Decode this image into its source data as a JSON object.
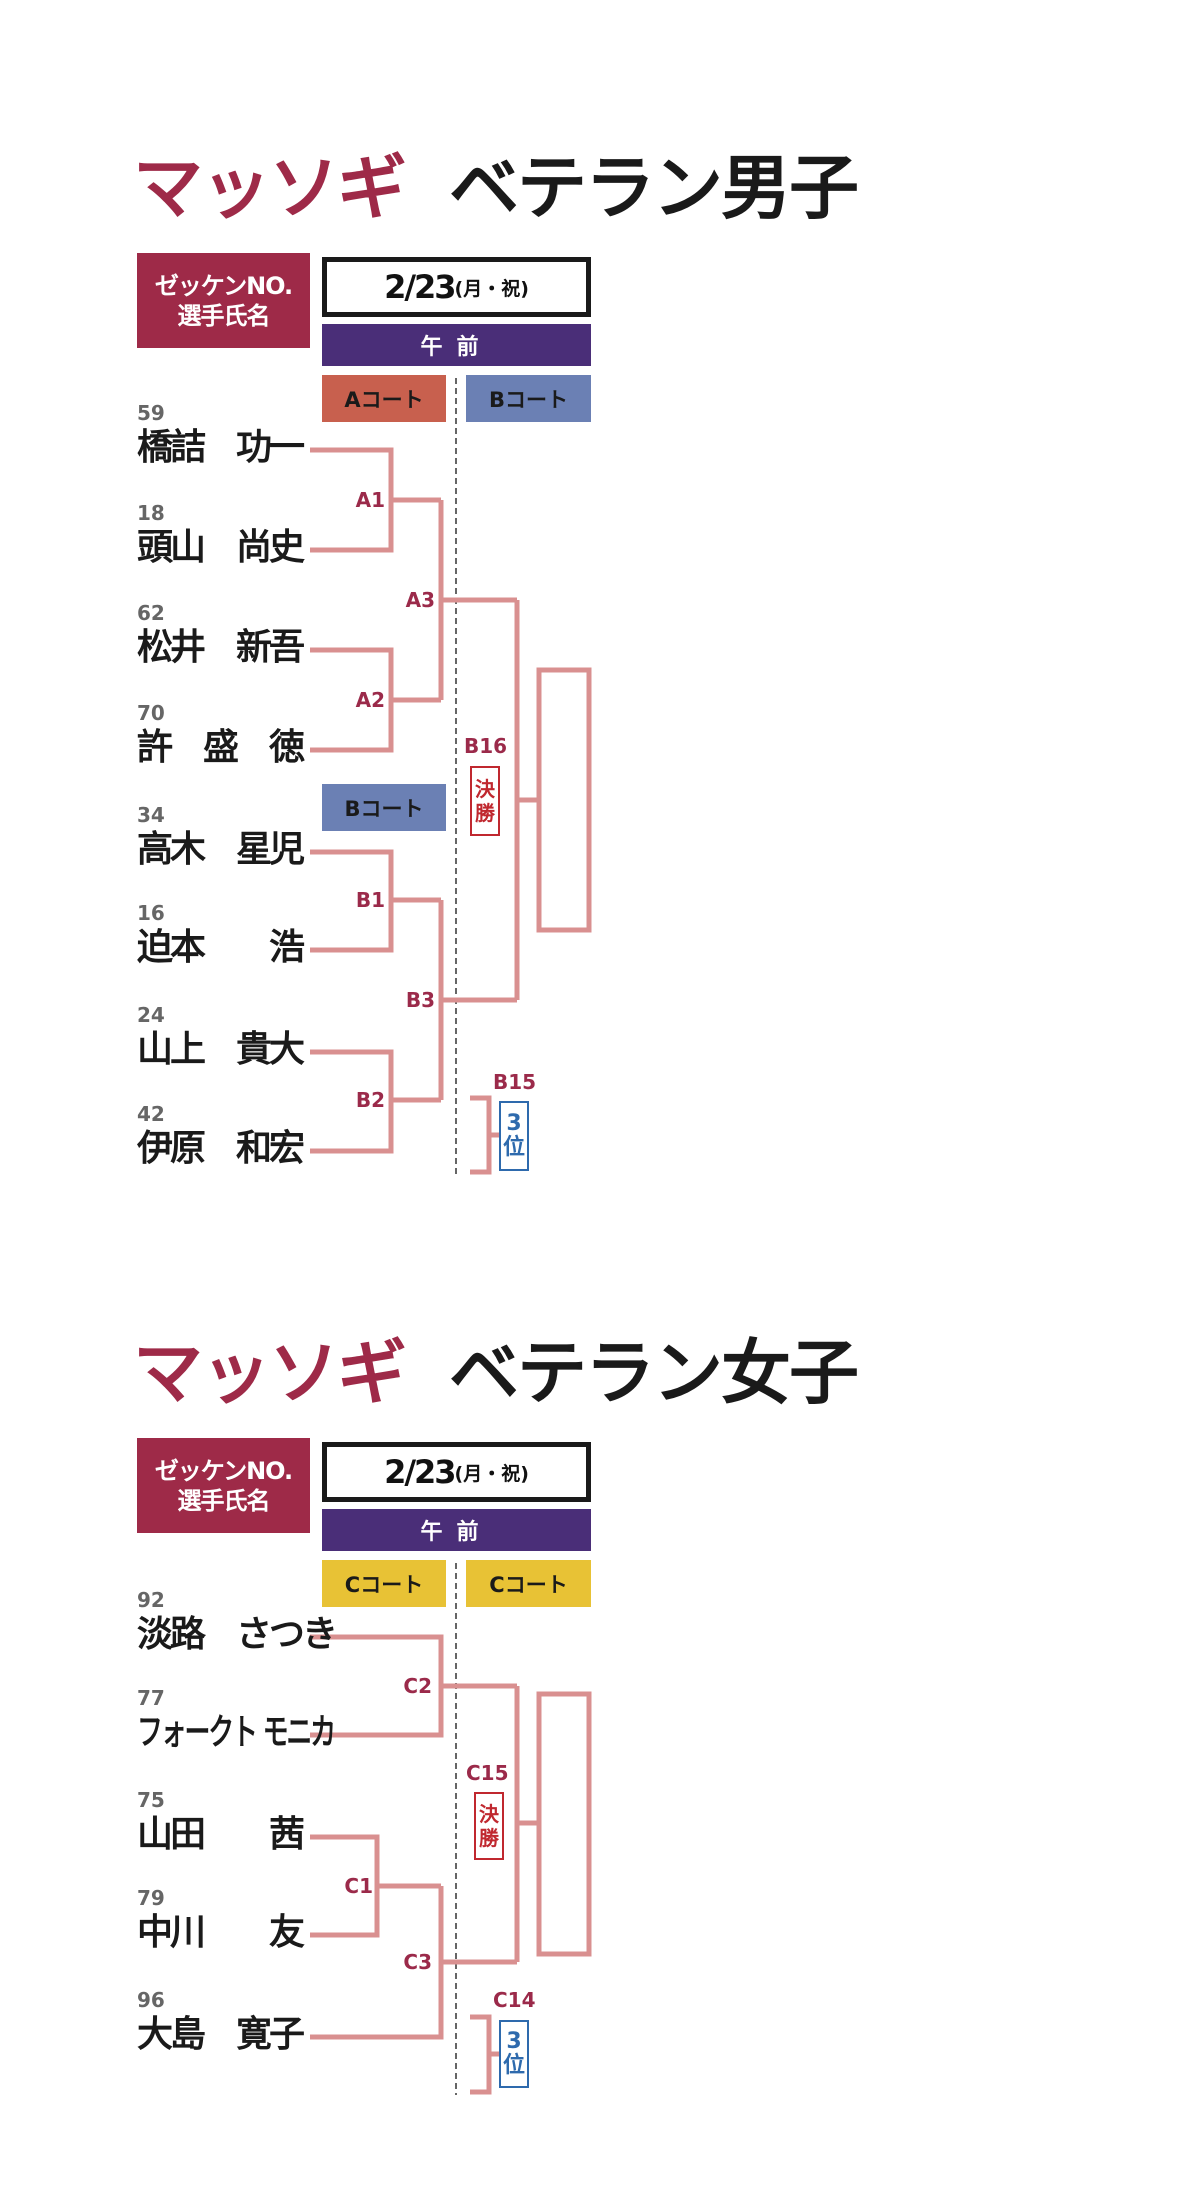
{
  "colors": {
    "title_red": "#9e2a48",
    "session_purple": "#4a2e78",
    "court_a": "#c8604e",
    "court_b": "#6b80b4",
    "court_c": "#e8c235",
    "bracket_line": "#d99090",
    "final_red": "#c0282f",
    "third_blue": "#2e6aad"
  },
  "sections": [
    {
      "title_prefix": "マッソギ",
      "title_main": "ベテラン男子",
      "header_line1": "ゼッケンNO.",
      "header_line2": "選手氏名",
      "date": "2/23",
      "date_suffix": "(月・祝)",
      "session": "午前",
      "courts": [
        "Aコート",
        "Bコート",
        "Bコート"
      ],
      "players": [
        {
          "number": "59",
          "name": "橋詰　功一"
        },
        {
          "number": "18",
          "name": "頭山　尚史"
        },
        {
          "number": "62",
          "name": "松井　新吾"
        },
        {
          "number": "70",
          "name": "許　盛　徳"
        },
        {
          "number": "34",
          "name": "高木　星児"
        },
        {
          "number": "16",
          "name": "迫本　　浩"
        },
        {
          "number": "24",
          "name": "山上　貴大"
        },
        {
          "number": "42",
          "name": "伊原　和宏"
        }
      ],
      "matches": [
        "A1",
        "A2",
        "A3",
        "B1",
        "B2",
        "B3"
      ],
      "final": {
        "code": "B16",
        "label": [
          "決",
          "勝"
        ]
      },
      "third": {
        "code": "B15",
        "label": [
          "3",
          "位"
        ]
      }
    },
    {
      "title_prefix": "マッソギ",
      "title_main": "ベテラン女子",
      "header_line1": "ゼッケンNO.",
      "header_line2": "選手氏名",
      "date": "2/23",
      "date_suffix": "(月・祝)",
      "session": "午前",
      "courts": [
        "Cコート",
        "Cコート"
      ],
      "players": [
        {
          "number": "92",
          "name": "淡路　さつき"
        },
        {
          "number": "77",
          "name": "フォークト モニカ"
        },
        {
          "number": "75",
          "name": "山田　　茜"
        },
        {
          "number": "79",
          "name": "中川　　友"
        },
        {
          "number": "96",
          "name": "大島　寛子"
        }
      ],
      "matches": [
        "C2",
        "C1",
        "C3"
      ],
      "final": {
        "code": "C15",
        "label": [
          "決",
          "勝"
        ]
      },
      "third": {
        "code": "C14",
        "label": [
          "3",
          "位"
        ]
      }
    }
  ]
}
